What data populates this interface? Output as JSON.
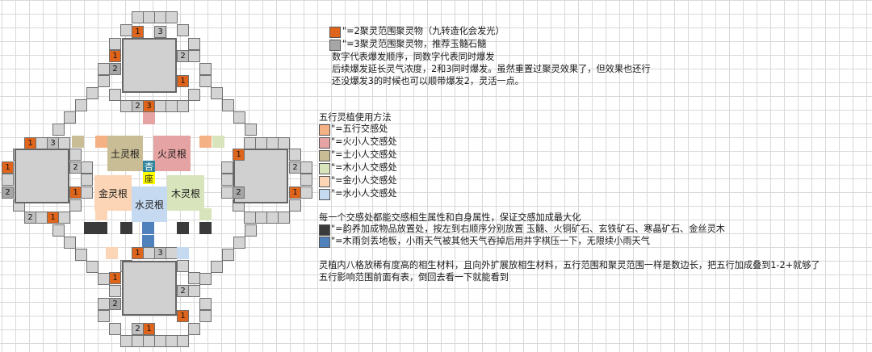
{
  "diagram": {
    "zones": {
      "earth": "土灵根",
      "fire": "火灵根",
      "metal": "金灵根",
      "wood": "木灵根",
      "water": "水灵根",
      "apricot_top": "杏",
      "apricot_bottom": "座"
    },
    "cell_labels": {
      "one": "1",
      "two": "2",
      "three": "3"
    }
  },
  "legend": {
    "line1": "\"=2聚灵范围聚灵物（九转造化会发光）",
    "line2": "\"=3聚灵范围聚灵物，推荐玉髓石髓",
    "line3": "数字代表爆发顺序，同数字代表同时爆发",
    "line4": "后续爆发延长灵气浓度，2和3同时爆发。虽然重置过聚灵效果了，但效果也还行",
    "line5": "还没爆发3的时候也可以顺带爆发2，灵活一点。"
  },
  "wuxing": {
    "title": "五行灵植使用方法",
    "items": [
      "\"=五行交感处",
      "\"=火小人交感处",
      "\"=土小人交感处",
      "\"=木小人交感处",
      "\"=金小人交感处",
      "\"=水小人交感处"
    ]
  },
  "notes": {
    "line1": "每一个交感处都能交感相生属性和自身属性，保证交感加成最大化",
    "line2": "\"=韵养加成物品放置处，按左到右顺序分别放置 玉髓、火铜矿石、玄铁矿石、寒晶矿石、金丝灵木",
    "line3": "\"=木雨剑丢地板，小雨天气被其他天气吞掉后用井字棋压一下，无限续小雨天气",
    "line4": "灵植内八格放稀有度高的相生材料，且向外扩展放相生材料，五行范围和聚灵范围一样是数边长，把五行加成叠到1-2+就够了",
    "line5": "五行影响范围前面有表，倒回去看一下就能看到"
  },
  "colors": {
    "orange": "#e0651c",
    "gray": "#a6a6a6",
    "peach": "#f4b183",
    "fire_pink": "#e6a3a3",
    "earth_khaki": "#c9bd96",
    "wood_green": "#d8e4bc",
    "metal_peach": "#fbd5b5",
    "water_blue": "#c5d9f1",
    "dark": "#3a3a3a",
    "blue": "#4f81bd",
    "apricot_teal": "#31859c",
    "seat_yellow": "#ffff00"
  }
}
